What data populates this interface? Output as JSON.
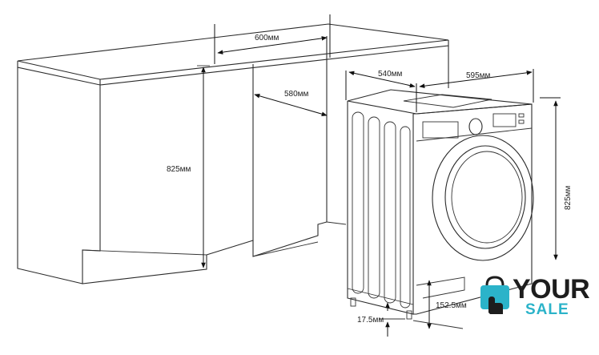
{
  "dimensions": {
    "cabinet_width": "600мм",
    "cabinet_depth": "580мм",
    "cabinet_height": "825мм",
    "machine_depth": "540мм",
    "machine_width": "595мм",
    "machine_height": "825мм",
    "front_offset": "152.5мм",
    "plinth_height": "17.5мм"
  },
  "logo": {
    "word_primary": "YOUR",
    "word_secondary": "SALE",
    "primary_color": "#1d1d1d",
    "accent_color": "#2bb3c9",
    "icon": "shopping-bag-hand-icon"
  }
}
